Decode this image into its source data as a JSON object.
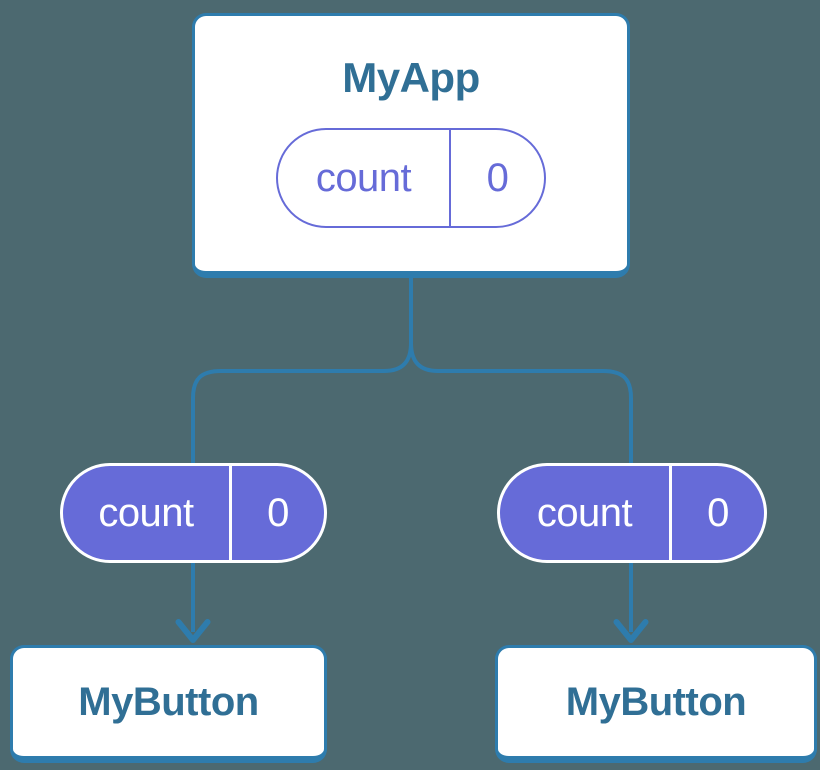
{
  "colors": {
    "background": "#4c6970",
    "line_blue": "#2e7cad",
    "node_text_blue": "#306f95",
    "purple": "#666bd8",
    "pill_text_white": "#ffffff",
    "card_bg": "#ffffff"
  },
  "diagram": {
    "type": "component-tree",
    "root": {
      "title": "MyApp",
      "state": {
        "label": "count",
        "value": "0"
      }
    },
    "children": [
      {
        "title": "MyButton",
        "prop": {
          "label": "count",
          "value": "0"
        }
      },
      {
        "title": "MyButton",
        "prop": {
          "label": "count",
          "value": "0"
        }
      }
    ]
  }
}
